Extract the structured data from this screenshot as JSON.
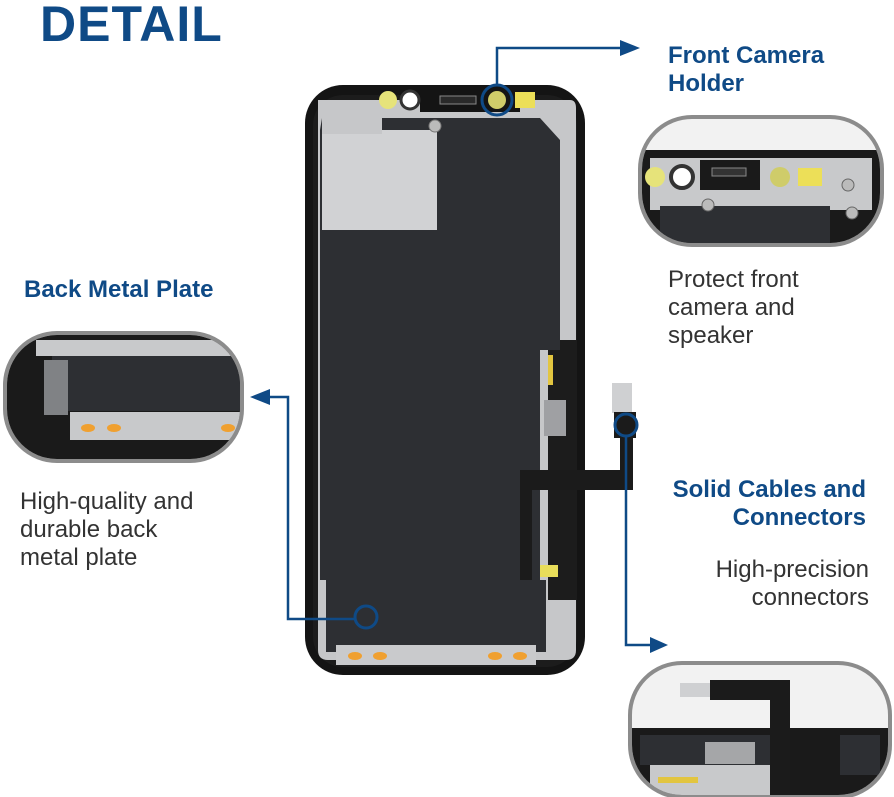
{
  "title": "DETAIL",
  "front_camera": {
    "heading_line1": "Front Camera",
    "heading_line2": "Holder",
    "desc_line1": "Protect front",
    "desc_line2": "camera and",
    "desc_line3": "speaker"
  },
  "back_plate": {
    "heading": "Back Metal Plate",
    "desc_line1": "High-quality and",
    "desc_line2": "durable back",
    "desc_line3": "metal plate"
  },
  "cables": {
    "heading_line1": "Solid Cables and",
    "heading_line2": "Connectors",
    "desc_line1": "High-precision",
    "desc_line2": "connectors"
  },
  "colors": {
    "accent": "#0f4a86",
    "screen": "#2b2d30",
    "metal": "#c8c9cb",
    "bezel": "#141414"
  }
}
